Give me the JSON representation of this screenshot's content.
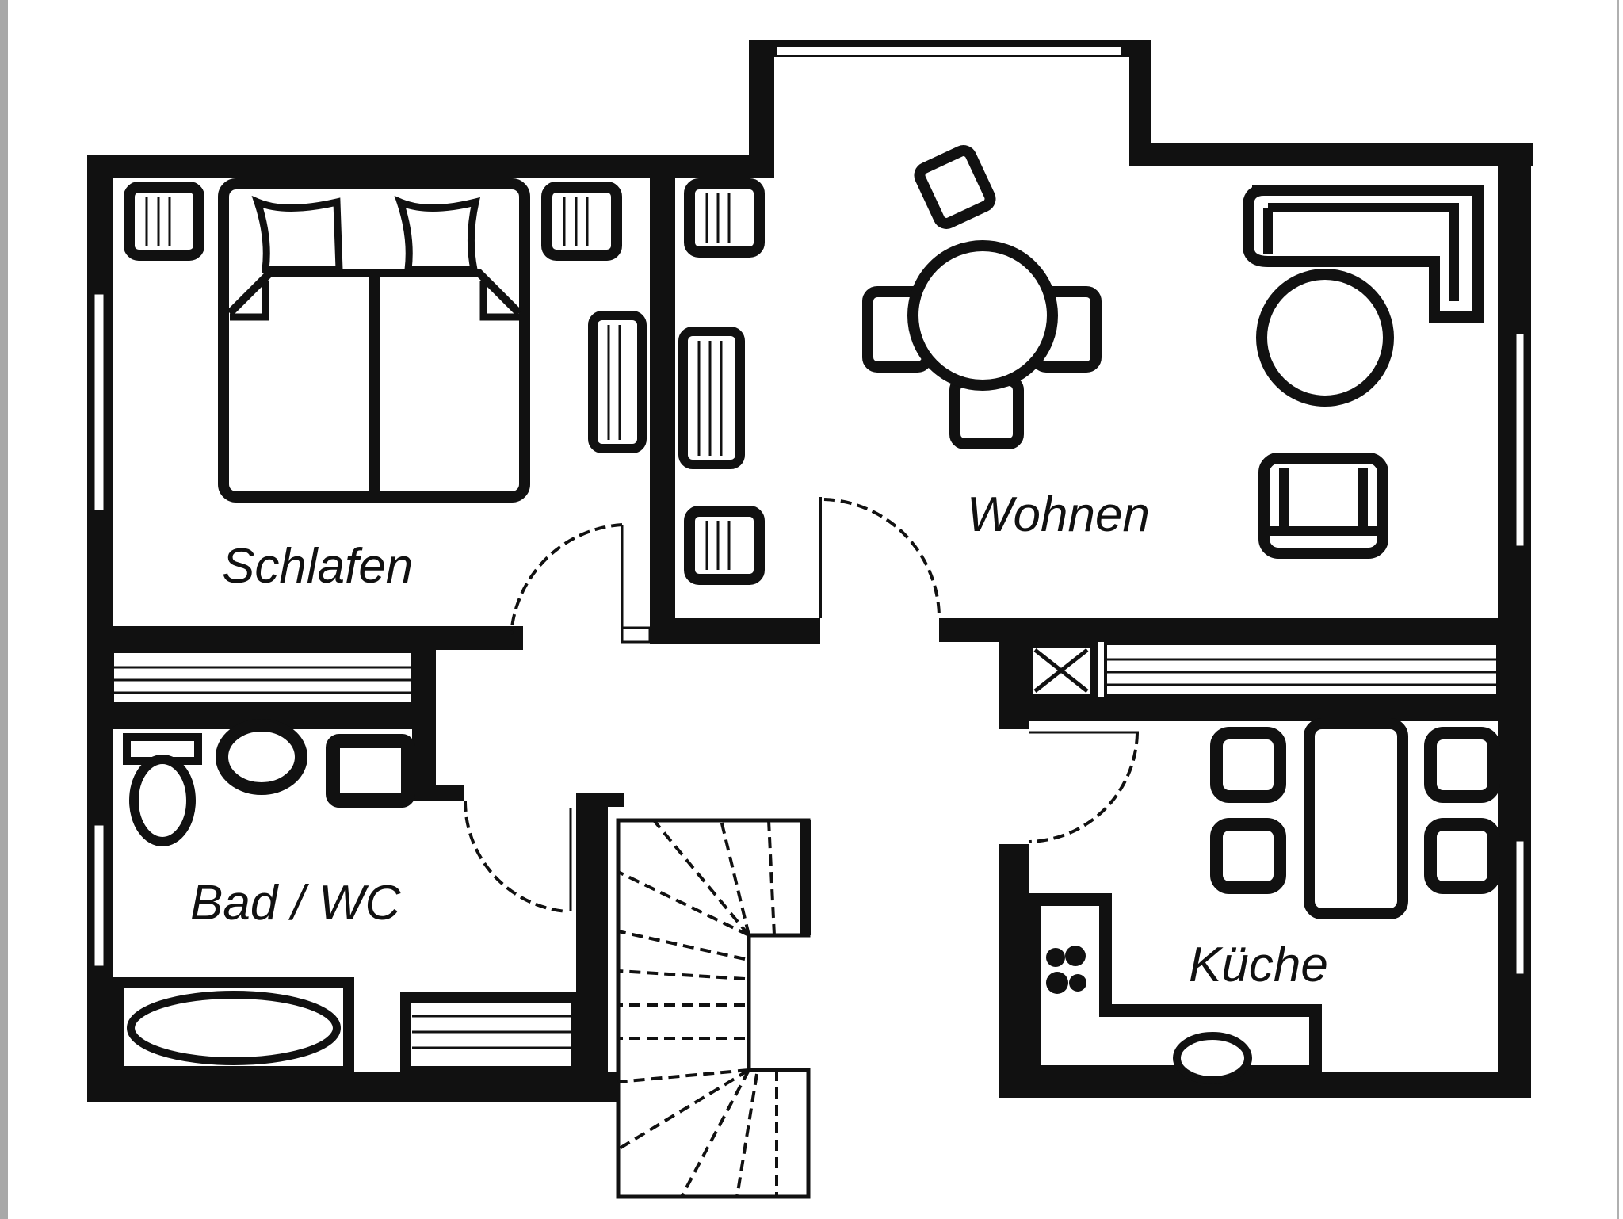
{
  "plan": {
    "rooms": [
      {
        "id": "schlafen",
        "label": "Schlafen"
      },
      {
        "id": "wohnen",
        "label": "Wohnen"
      },
      {
        "id": "bad",
        "label": "Bad / WC"
      },
      {
        "id": "kueche",
        "label": "Küche"
      }
    ]
  },
  "colors": {
    "ink": "#111111",
    "paper": "#ffffff",
    "frame": "#a8a8a8"
  }
}
